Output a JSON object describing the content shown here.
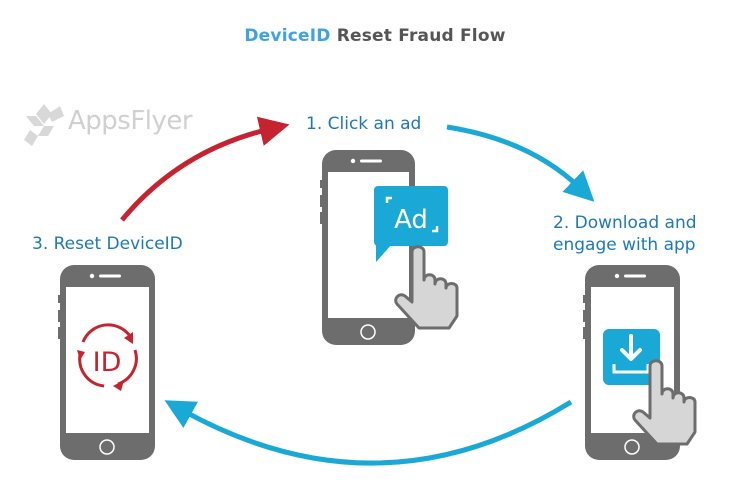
{
  "title": {
    "accent": "DeviceID",
    "rest": "Reset Fraud Flow"
  },
  "logo": {
    "text": "AppsFlyer",
    "icon": "appsflyer-logo-icon"
  },
  "steps": [
    {
      "label": "1. Click an ad",
      "icon": "ad-bubble-icon"
    },
    {
      "label_line1": "2. Download and",
      "label_line2": "engage with app",
      "icon": "download-app-icon"
    },
    {
      "label": "3. Reset DeviceID",
      "icon": "id-reset-icon"
    }
  ],
  "ad_text": "Ad",
  "id_text": "ID",
  "colors": {
    "accent_blue": "#3ea3e4",
    "label_blue": "#1e78b8",
    "arrow_blue": "#1aa9d6",
    "arrow_red": "#c5232f",
    "phone_gray": "#6d6d6d",
    "hand_fill": "#d6d6d6",
    "icon_blue": "#1aa9d6",
    "id_red": "#c5232f",
    "title_gray": "#555555"
  }
}
